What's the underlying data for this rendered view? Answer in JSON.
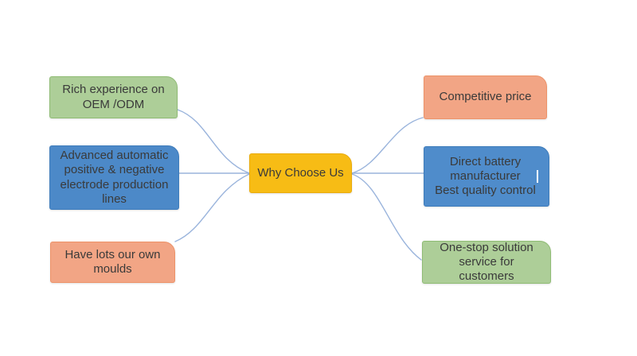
{
  "page": {
    "background_color": "#ffffff",
    "text_color": "#3a3a3a"
  },
  "diagram": {
    "connector_color": "#9ab4dc",
    "center": {
      "text": "Why Choose Us",
      "fill": "#f7bc15",
      "border": "#eaab0c"
    },
    "nodes": {
      "green_tl": {
        "text": "Rich experience on\nOEM /ODM",
        "fill": "#adce98",
        "border": "#8fbc74"
      },
      "blue_l": {
        "text": "Advanced automatic\npositive & negative\nelectrode production\nlines",
        "fill": "#4c89c8",
        "border": "#3e7cbb"
      },
      "salmon_bl": {
        "text": "Have lots our own\nmoulds",
        "fill": "#f2a585",
        "border": "#ed9268"
      },
      "salmon_tr": {
        "text": "Competitive price",
        "fill": "#f2a585",
        "border": "#ed9268"
      },
      "blue_r": {
        "text": "Direct battery\nmanufacturer\nBest quality control",
        "fill": "#4f8ccb",
        "border": "#3e7cbb",
        "cursor": {
          "visible": true,
          "color": "#ffffff"
        }
      },
      "green_br": {
        "text": "One-stop solution\nservice for\ncustomers",
        "fill": "#adce98",
        "border": "#8fbc74"
      }
    }
  }
}
